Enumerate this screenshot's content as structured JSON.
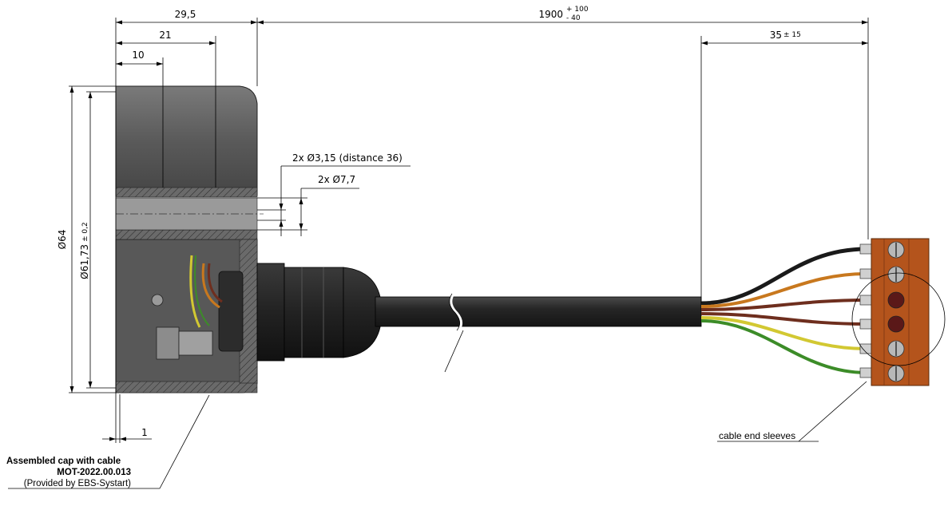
{
  "drawing": {
    "dimensions": {
      "overall_width": "29,5",
      "width_21": "21",
      "width_10": "10",
      "width_1": "1",
      "cable_length": "1900",
      "cable_tol_plus": "+ 100",
      "cable_tol_minus": "- 40",
      "strip_length": "35",
      "strip_tol": "± 15",
      "diameter_outer": "Ø64",
      "diameter_inner": "Ø61,73",
      "diameter_inner_tol": "± 0,2"
    },
    "callouts": {
      "hole_small": "2x Ø3,15 (distance 36)",
      "hole_large": "2x Ø7,7",
      "sleeves": "cable end sleeves"
    },
    "title_block": {
      "line1": "Assembled cap with cable",
      "line2": "MOT-2022.00.013",
      "line3": "(Provided by EBS-Systart)"
    },
    "colors": {
      "housing": "#5a5a5a",
      "housing_dark": "#3c3c3c",
      "cable": "#2a2a2a",
      "terminal_block": "#b4541c",
      "wire_black": "#1a1a1a",
      "wire_orange": "#c8781e",
      "wire_brown": "#6e2e1e",
      "wire_yellow": "#d2c832",
      "wire_green": "#3c8c28"
    }
  }
}
